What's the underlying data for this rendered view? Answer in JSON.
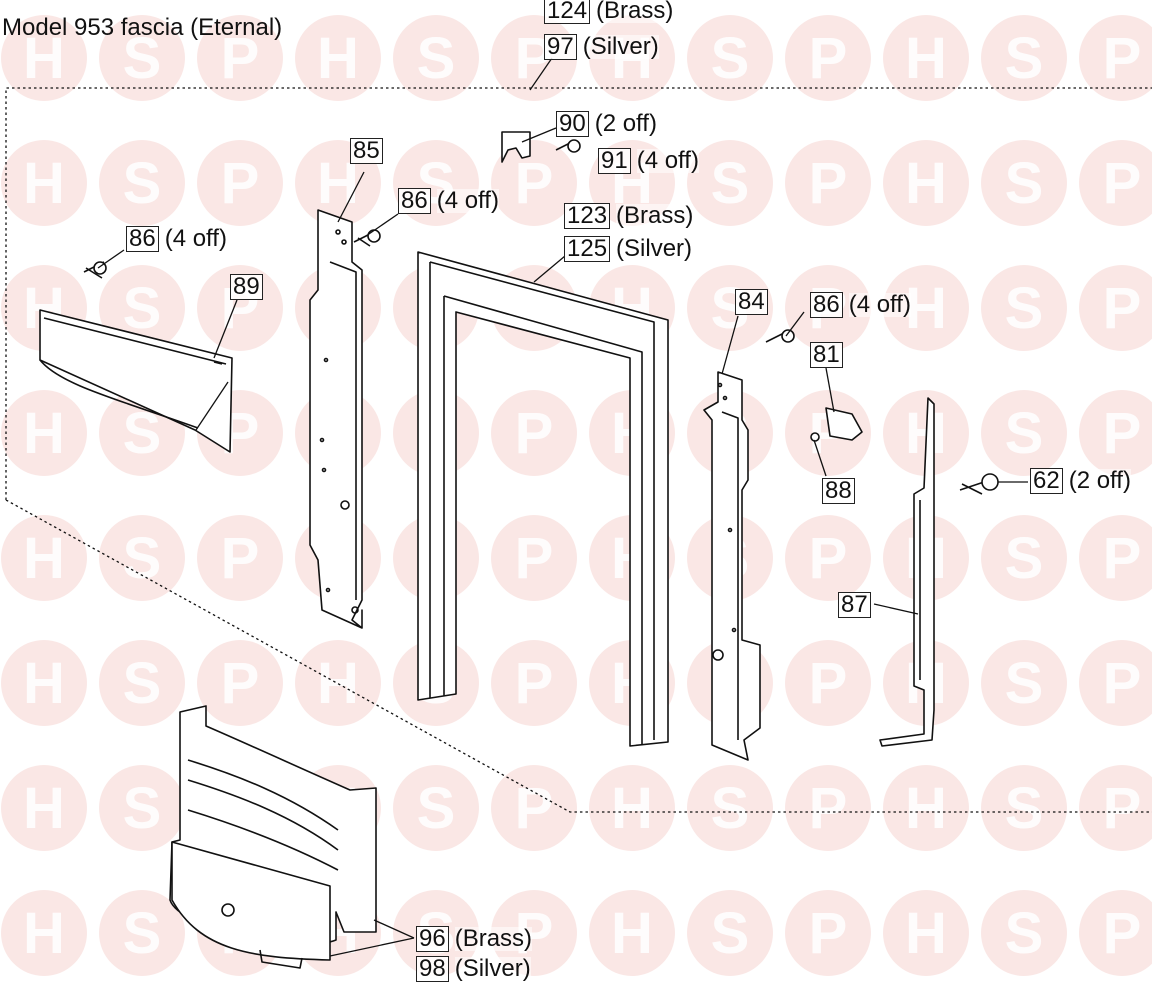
{
  "title": "Model 953 fascia (Eternal)",
  "watermark": {
    "letters": [
      "H",
      "S",
      "P"
    ],
    "color": "#f3c9c5"
  },
  "callouts": [
    {
      "id": "124",
      "note": "(Brass)"
    },
    {
      "id": "97",
      "note": "(Silver)"
    },
    {
      "id": "90",
      "note": "(2 off)"
    },
    {
      "id": "91",
      "note": "(4 off)"
    },
    {
      "id": "85",
      "note": ""
    },
    {
      "id": "86",
      "note": "(4 off)"
    },
    {
      "id": "86",
      "note": "(4 off)"
    },
    {
      "id": "123",
      "note": "(Brass)"
    },
    {
      "id": "125",
      "note": "(Silver)"
    },
    {
      "id": "89",
      "note": ""
    },
    {
      "id": "84",
      "note": ""
    },
    {
      "id": "86",
      "note": "(4 off)"
    },
    {
      "id": "81",
      "note": ""
    },
    {
      "id": "88",
      "note": ""
    },
    {
      "id": "62",
      "note": "(2 off)"
    },
    {
      "id": "87",
      "note": ""
    },
    {
      "id": "96",
      "note": "(Brass)"
    },
    {
      "id": "98",
      "note": "(Silver)"
    }
  ]
}
